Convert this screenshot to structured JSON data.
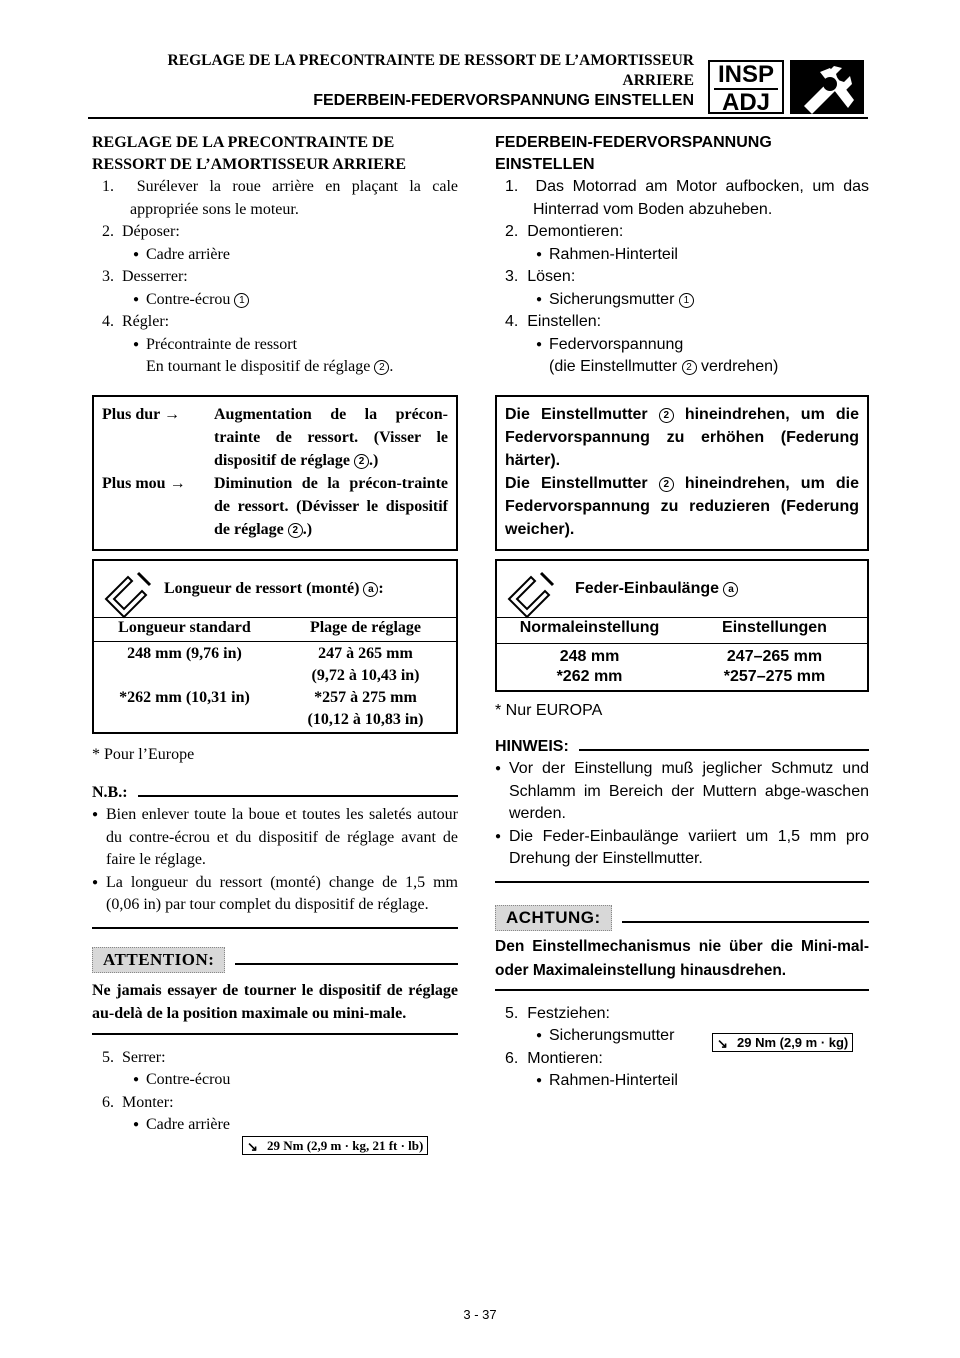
{
  "header": {
    "fr_line1": "REGLAGE DE LA PRECONTRAINTE DE RESSORT DE L’AMORTISSEUR",
    "fr_line2": "ARRIERE",
    "de_line": "FEDERBEIN-FEDERVORSPANNUNG EINSTELLEN",
    "badge_top": "INSP",
    "badge_bottom": "ADJ"
  },
  "fr": {
    "title_line1": "REGLAGE DE LA PRECONTRAINTE DE",
    "title_line2": "RESSORT DE L’AMORTISSEUR ARRIERE",
    "s1_num": "1.",
    "s1_text": "Surélever la roue arrière en plaçant la cale appropriée sons le moteur.",
    "s2_num": "2.",
    "s2_text": "Déposer:",
    "s2_b1": "Cadre arrière",
    "s3_num": "3.",
    "s3_text": "Desserrer:",
    "s3_b1": "Contre-écrou",
    "s4_num": "4.",
    "s4_text": "Régler:",
    "s4_b1": "Précontrainte de ressort",
    "s4_sub": "En tournant le dispositif de réglage",
    "box1_r1_label": "Plus dur →",
    "box1_r1_text": "Augmentation de la précon-trainte de ressort. (Visser le dispositif de réglage",
    "box1_r2_label": "Plus mou →",
    "box1_r2_text": "Diminution de la précon-trainte de ressort. (Dévisser le dispositif de réglage",
    "spec_title": "Longueur de ressort (monté)",
    "spec_col1": "Longueur standard",
    "spec_col2": "Plage de réglage",
    "spec_v1a": "248 mm (9,76 in)",
    "spec_v1b": "*262 mm (10,31 in)",
    "spec_v2a": "247 à 265 mm",
    "spec_v2b": "(9,72 à 10,43 in)",
    "spec_v2c": "*257 à 275 mm",
    "spec_v2d": "(10,12 à 10,83 in)",
    "footnote": "* Pour l’Europe",
    "note_title": "N.B.:",
    "note_b1": "Bien enlever toute la boue et toutes les saletés autour du contre-écrou et du dispositif de réglage avant de faire le réglage.",
    "note_b2": "La longueur du ressort (monté) change de 1,5 mm (0,06 in) par tour complet du dispositif de réglage.",
    "attn_title": "ATTENTION:",
    "attn_text": "Ne jamais essayer de tourner le dispositif de réglage au-delà de la position maximale ou mini-male.",
    "s5_num": "5.",
    "s5_text": "Serrer:",
    "s5_b1": "Contre-écrou",
    "s6_num": "6.",
    "s6_text": "Monter:",
    "s6_b1": "Cadre arrière",
    "torque": "29 Nm (2,9 m · kg, 21 ft · lb)"
  },
  "de": {
    "title_line1": "FEDERBEIN-FEDERVORSPANNUNG",
    "title_line2": "EINSTELLEN",
    "s1_num": "1.",
    "s1_text": "Das Motorrad am Motor aufbocken, um das Hinterrad vom Boden abzuheben.",
    "s2_num": "2.",
    "s2_text": "Demontieren:",
    "s2_b1": "Rahmen-Hinterteil",
    "s3_num": "3.",
    "s3_text": "Lösen:",
    "s3_b1": "Sicherungsmutter",
    "s4_num": "4.",
    "s4_text": "Einstellen:",
    "s4_b1": "Federvorspannung",
    "s4_sub_pre": "(die Einstellmutter",
    "s4_sub_post": "verdrehen)",
    "box1_p1_pre": "Die Einstellmutter",
    "box1_p1_post": "hineindrehen, um die Federvorspannung zu erhöhen (Federung härter).",
    "box1_p2_pre": "Die Einstellmutter",
    "box1_p2_post": "hineindrehen, um die Federvorspannung zu reduzieren (Federung weicher).",
    "spec_title": "Feder-Einbaulänge",
    "spec_col1": "Normaleinstellung",
    "spec_col2": "Einstellungen",
    "spec_v1a": "248 mm",
    "spec_v1b": "*262 mm",
    "spec_v2a": "247–265 mm",
    "spec_v2b": "*257–275 mm",
    "footnote": "* Nur EUROPA",
    "note_title": "HINWEIS:",
    "note_b1": "Vor der Einstellung muß jeglicher Schmutz und Schlamm im Bereich der Muttern abge-waschen werden.",
    "note_b2": "Die Feder-Einbaulänge variiert um 1,5 mm pro Drehung der Einstellmutter.",
    "attn_title": "ACHTUNG:",
    "attn_text": "Den Einstellmechanismus nie über die Mini-mal- oder Maximaleinstellung hinausdrehen.",
    "s5_num": "5.",
    "s5_text": "Festziehen:",
    "s5_b1": "Sicherungsmutter",
    "s6_num": "6.",
    "s6_text": "Montieren:",
    "s6_b1": "Rahmen-Hinterteil",
    "torque": "29 Nm (2,9 m · kg)"
  },
  "marks": {
    "one": "1",
    "two": "2",
    "a": "a"
  },
  "page_number": "3 - 37"
}
